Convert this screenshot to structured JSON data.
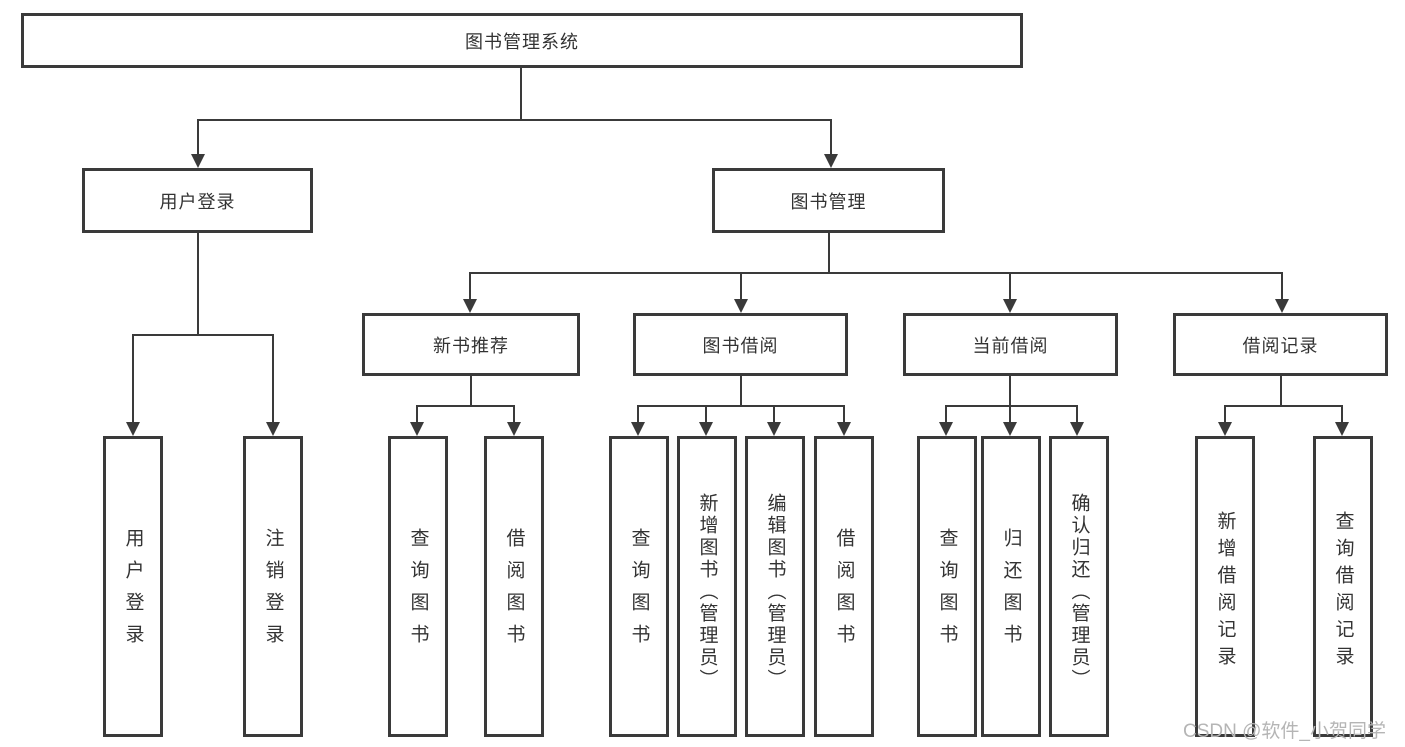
{
  "diagram": {
    "root": {
      "label": "图书管理系统"
    },
    "level2": [
      {
        "label": "用户登录"
      },
      {
        "label": "图书管理"
      }
    ],
    "level3": [
      {
        "label": "新书推荐"
      },
      {
        "label": "图书借阅"
      },
      {
        "label": "当前借阅"
      },
      {
        "label": "借阅记录"
      }
    ],
    "leaves": [
      {
        "label": "用户登录"
      },
      {
        "label": "注销登录"
      },
      {
        "label": "查询图书"
      },
      {
        "label": "借阅图书"
      },
      {
        "label": "查询图书"
      },
      {
        "label": "新增图书（管理员）"
      },
      {
        "label": "编辑图书（管理员）"
      },
      {
        "label": "借阅图书"
      },
      {
        "label": "查询图书"
      },
      {
        "label": "归还图书"
      },
      {
        "label": "确认归还（管理员）"
      },
      {
        "label": "新增借阅记录"
      },
      {
        "label": "查询借阅记录"
      }
    ]
  },
  "watermark": {
    "text": "CSDN @软件_小贺同学",
    "color": "#b5b5b5"
  },
  "colors": {
    "line": "#3a3a3a",
    "border": "#3a3a3a",
    "text": "#333333",
    "background": "#ffffff"
  }
}
